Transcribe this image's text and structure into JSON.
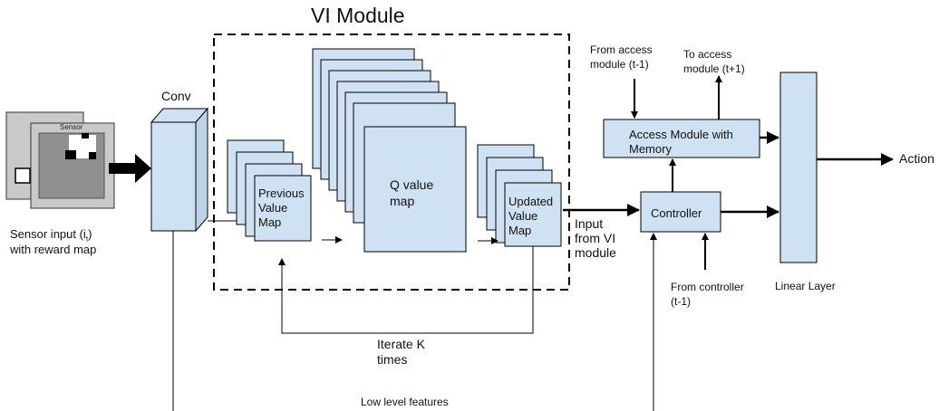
{
  "title": "VI Module",
  "sensor": {
    "tag": "Sensor",
    "caption_main": "Sensor input (i",
    "caption_sub": "t",
    "caption_end": ")",
    "caption_line2": "with reward map"
  },
  "conv": {
    "label": "Conv"
  },
  "vi_module": {
    "previous_value_map": "Previous\nValue\nMap",
    "q_value_map": "Q value\nmap",
    "updated_value_map": "Updated\nValue\nMap",
    "iterate_label": "Iterate K\ntimes"
  },
  "input_from_vi": "Input\nfrom VI\nmodule",
  "controller": {
    "label": "Controller",
    "from_label": "From controller\n(t-1)"
  },
  "access_module": {
    "label": "Access Module with\nMemory",
    "from_label": "From access\nmodule (t-1)",
    "to_label": "To access\nmodule (t+1)"
  },
  "linear_layer": {
    "label": "Linear Layer"
  },
  "action": {
    "label": "Action"
  },
  "low_level": {
    "label": "Low level features"
  },
  "colors": {
    "box_fill": "#cfe2f3",
    "stroke": "#000000",
    "sensor_grey": "#9b9b9b",
    "sensor_light": "#c9c9c9"
  }
}
